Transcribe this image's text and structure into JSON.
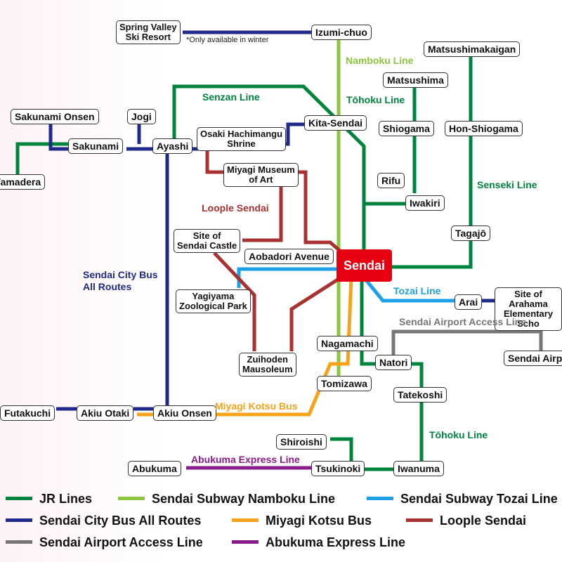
{
  "colors": {
    "jr": "#00843d",
    "namboku": "#8cc63f",
    "tozai": "#1ea0e6",
    "bus": "#1f2a8a",
    "miyagi_kotsu": "#f5a319",
    "loople": "#a83232",
    "airport": "#777777",
    "abukuma": "#8b1a8b",
    "hub": "#e60012"
  },
  "stations": {
    "spring_valley": "Spring Valley\nSki Resort",
    "izumi_chuo": "Izumi-chuo",
    "matsushimakaigan": "Matsushimakaigan",
    "matsushima": "Matsushima",
    "sakunami_onsen": "Sakunami Onsen",
    "jogi": "Jogi",
    "sakunami": "Sakunami",
    "ayashi": "Ayashi",
    "osaki": "Osaki Hachimangu\nShrine",
    "kita_sendai": "Kita-Sendai",
    "shiogama": "Shiogama",
    "hon_shiogama": "Hon-Shiogama",
    "yamadera": "Yamadera",
    "miyagi_museum": "Miyagi Museum\nof Art",
    "rifu": "Rifu",
    "iwakiri": "Iwakiri",
    "tagajo": "Tagajō",
    "sendai_castle": "Site of\nSendai Castle",
    "aobadori": "Aobadori Avenue",
    "sendai": "Sendai",
    "yagiyama": "Yagiyama\nZoological Park",
    "arai": "Arai",
    "arahama": "Site of Arahama\nElementary Scho",
    "nagamachi": "Nagamachi",
    "natori": "Natori",
    "sendai_airport": "Sendai Airp",
    "zuihoden": "Zuihoden\nMausoleum",
    "tomizawa": "Tomizawa",
    "tatekoshi": "Tatekoshi",
    "futakuchi": "Futakuchi",
    "akiu_otaki": "Akiu Otaki",
    "akiu_onsen": "Akiu Onsen",
    "shiroishi": "Shiroishi",
    "abukuma": "Abukuma",
    "tsukinoki": "Tsukinoki",
    "iwanuma": "Iwanuma"
  },
  "labels": {
    "winter_note": "*Only available  in  winter",
    "namboku": "Namboku Line",
    "tohoku_north": "Tōhoku Line",
    "senzan": "Senzan Line",
    "senseki": "Senseki Line",
    "loople": "Loople Sendai",
    "bus": "Sendai City Bus\nAll Routes",
    "tozai": "Tozai Line",
    "airport": "Sendai Airport Access Line",
    "miyagi_kotsu": "Miyagi Kotsu Bus",
    "tohoku_south": "Tōhoku Line",
    "abukuma": "Abukuma Express Line"
  },
  "legend": [
    {
      "label": "JR Lines",
      "color": "#00843d"
    },
    {
      "label": "Sendai Subway Namboku Line",
      "color": "#8cc63f"
    },
    {
      "label": "Sendai Subway Tozai Line",
      "color": "#1ea0e6"
    },
    {
      "label": "Sendai City Bus All Routes",
      "color": "#1f2a8a"
    },
    {
      "label": "Miyagi Kotsu Bus",
      "color": "#f5a319"
    },
    {
      "label": "Loople Sendai",
      "color": "#a83232"
    },
    {
      "label": "Sendai Airport Access Line",
      "color": "#777777"
    },
    {
      "label": "Abukuma Express Line",
      "color": "#8b1a8b"
    }
  ]
}
